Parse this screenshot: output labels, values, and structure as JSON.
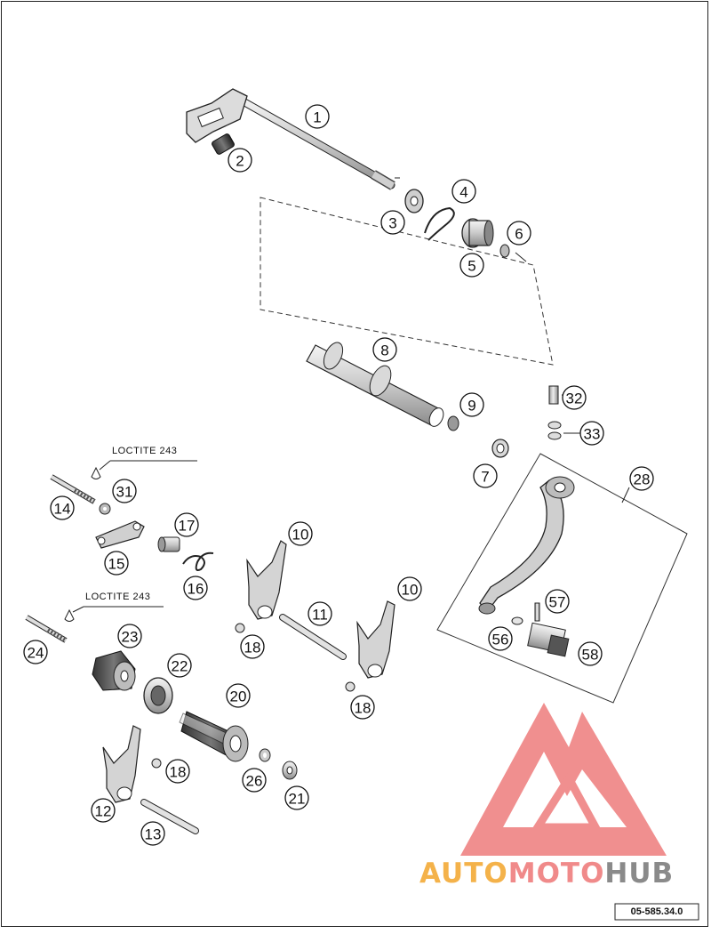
{
  "diagram": {
    "reference_code": "05-585.34.0",
    "notes": {
      "loctite_top": "LOCTITE 243",
      "loctite_bottom": "LOCTITE 243"
    },
    "callouts": {
      "c1": "1",
      "c2": "2",
      "c3": "3",
      "c4": "4",
      "c5": "5",
      "c6": "6",
      "c7": "7",
      "c8": "8",
      "c9": "9",
      "c10a": "10",
      "c10b": "10",
      "c11": "11",
      "c12": "12",
      "c13": "13",
      "c14": "14",
      "c15": "15",
      "c16": "16",
      "c17": "17",
      "c18a": "18",
      "c18b": "18",
      "c18c": "18",
      "c20": "20",
      "c21": "21",
      "c22": "22",
      "c23": "23",
      "c24": "24",
      "c26": "26",
      "c28": "28",
      "c31": "31",
      "c32": "32",
      "c33": "33",
      "c56": "56",
      "c57": "57",
      "c58": "58"
    }
  },
  "watermark": {
    "word_part1": "AUTO",
    "word_part2": "MOTO",
    "word_part3": "HUB",
    "colors": {
      "part1": "#f4b24a",
      "part2": "#f08a8a",
      "part3": "#8a8a8a",
      "logo": "#f08a8a"
    }
  }
}
